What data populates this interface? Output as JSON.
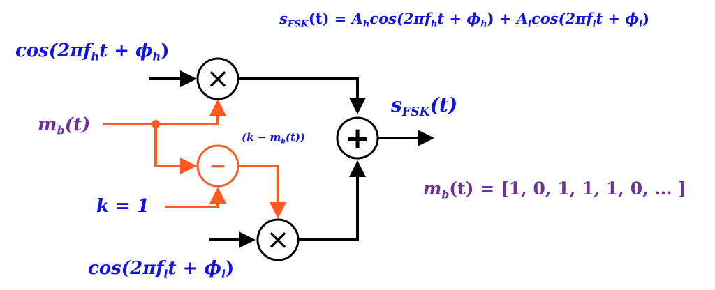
{
  "colors": {
    "equation": "#1111ee",
    "message": "#7030a0",
    "control_path": "#ff5a1f",
    "signal_path": "#000000"
  },
  "equation": {
    "lhs": "s",
    "lhs_sub": "FSK",
    "lhs_arg": "(t) = ",
    "term1_amp": "A",
    "term1_amp_sub": "h",
    "term1_func": "cos(2π",
    "term1_f": "f",
    "term1_f_sub": "h",
    "term1_mid": "t + ϕ",
    "term1_phi_sub": "h",
    "term1_end": ") + ",
    "term2_amp": "A",
    "term2_amp_sub": "l",
    "term2_func": "cos(2π",
    "term2_f": "f",
    "term2_f_sub": "l",
    "term2_mid": "t + ϕ",
    "term2_phi_sub": "l",
    "term2_end": ")"
  },
  "inputs": {
    "carrier_high": {
      "pre": "cos(2π",
      "f": "f",
      "f_sub": "h",
      "mid": "t + ϕ",
      "phi_sub": "h",
      "end": ")"
    },
    "carrier_low": {
      "pre": "cos(2π",
      "f": "f",
      "f_sub": "l",
      "mid": "t + ϕ",
      "phi_sub": "l",
      "end": ")"
    },
    "message": {
      "name": "m",
      "sub": "b",
      "arg": "(t)"
    },
    "constant": {
      "text": "k = 1"
    }
  },
  "intermediate": {
    "pre": "(k − m",
    "sub": "b",
    "post": "(t))"
  },
  "output": {
    "name": "s",
    "sub": "FSK",
    "arg": "(t)"
  },
  "sequence": {
    "name": "m",
    "sub": "b",
    "arg": "(t) = ",
    "values": "[1, 0, 1, 1, 1, 0, … ]"
  },
  "blocks": {
    "multiplier_symbol": "×",
    "adder_symbol": "+",
    "subtractor_symbol": "−"
  }
}
